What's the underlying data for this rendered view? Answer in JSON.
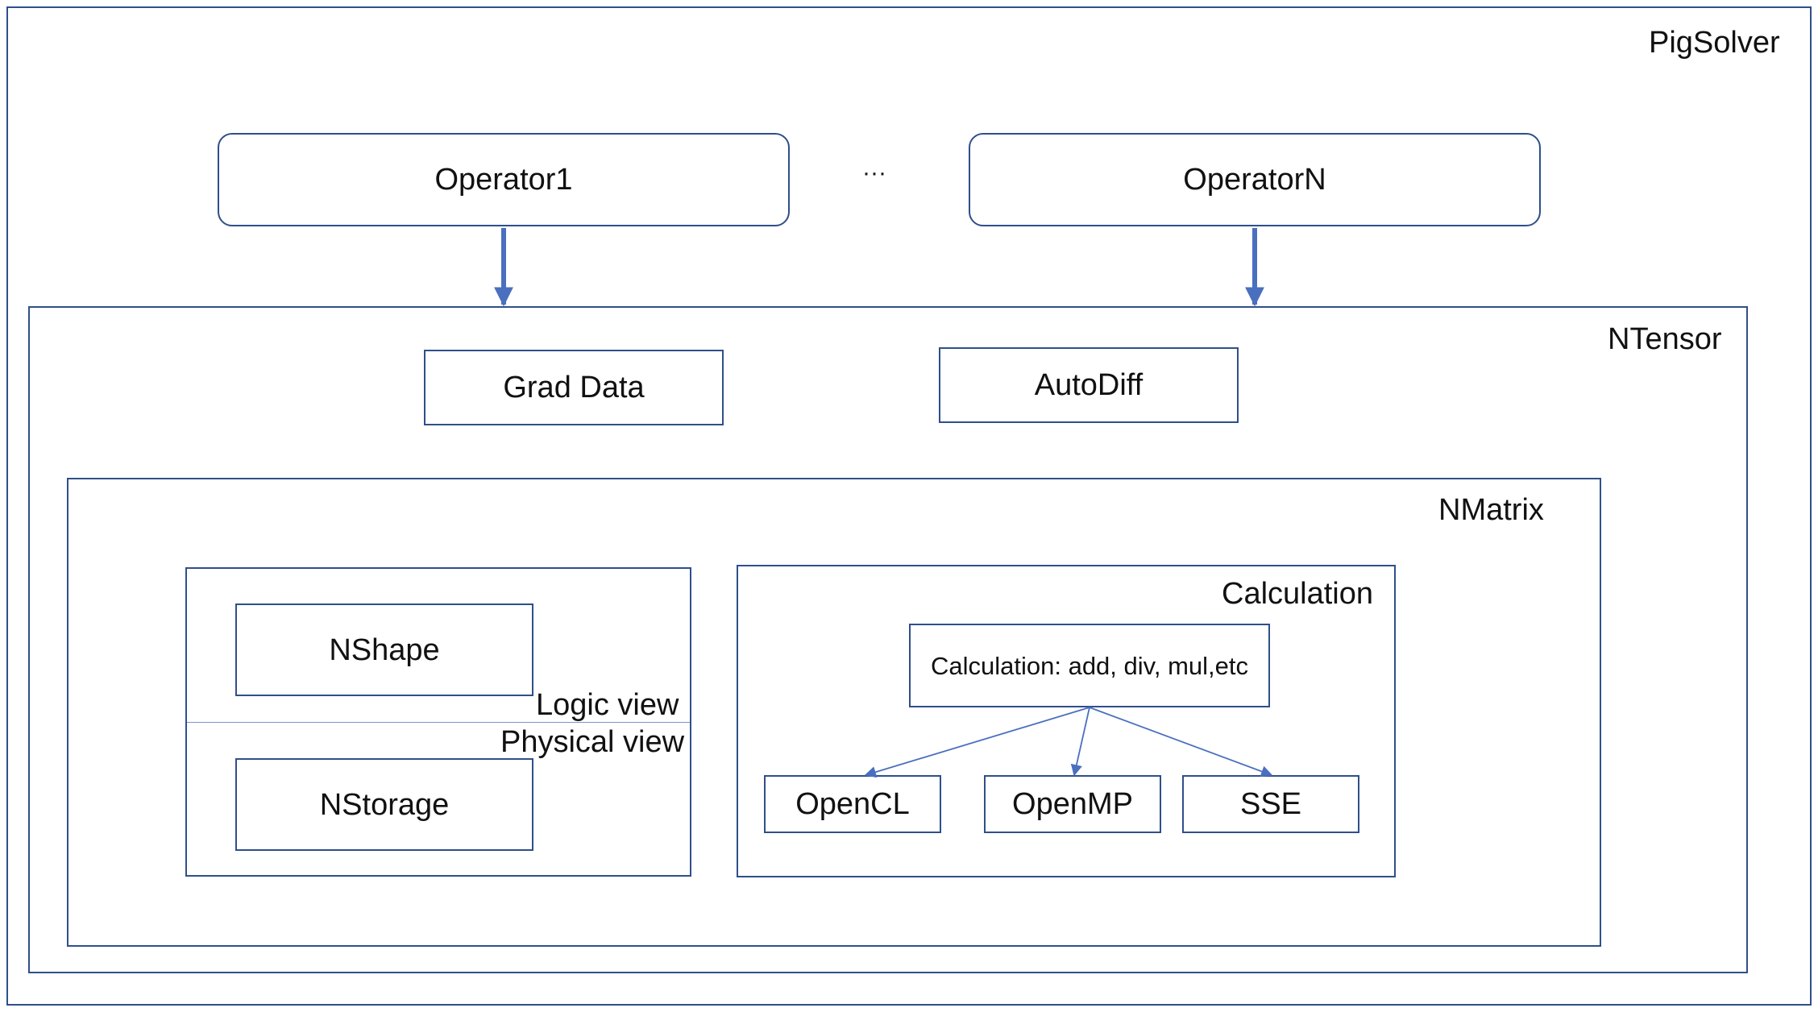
{
  "diagram": {
    "outer_label": "PigSolver",
    "operator_first": "Operator1",
    "operator_ellipsis": "···",
    "operator_last": "OperatorN",
    "tensor_label": "NTensor",
    "grad_data": "Grad Data",
    "autodiff": "AutoDiff",
    "matrix_label": "NMatrix",
    "nshape": "NShape",
    "logic_view": "Logic view",
    "physical_view": "Physical view",
    "nstorage": "NStorage",
    "calculation_label": "Calculation",
    "calculation_ops": "Calculation: add, div, mul,etc",
    "opencl": "OpenCL",
    "openmp": "OpenMP",
    "sse": "SSE"
  },
  "colors": {
    "border": "#2f4f8a",
    "arrow": "#4a6fbf",
    "divider": "#7f93c9"
  }
}
